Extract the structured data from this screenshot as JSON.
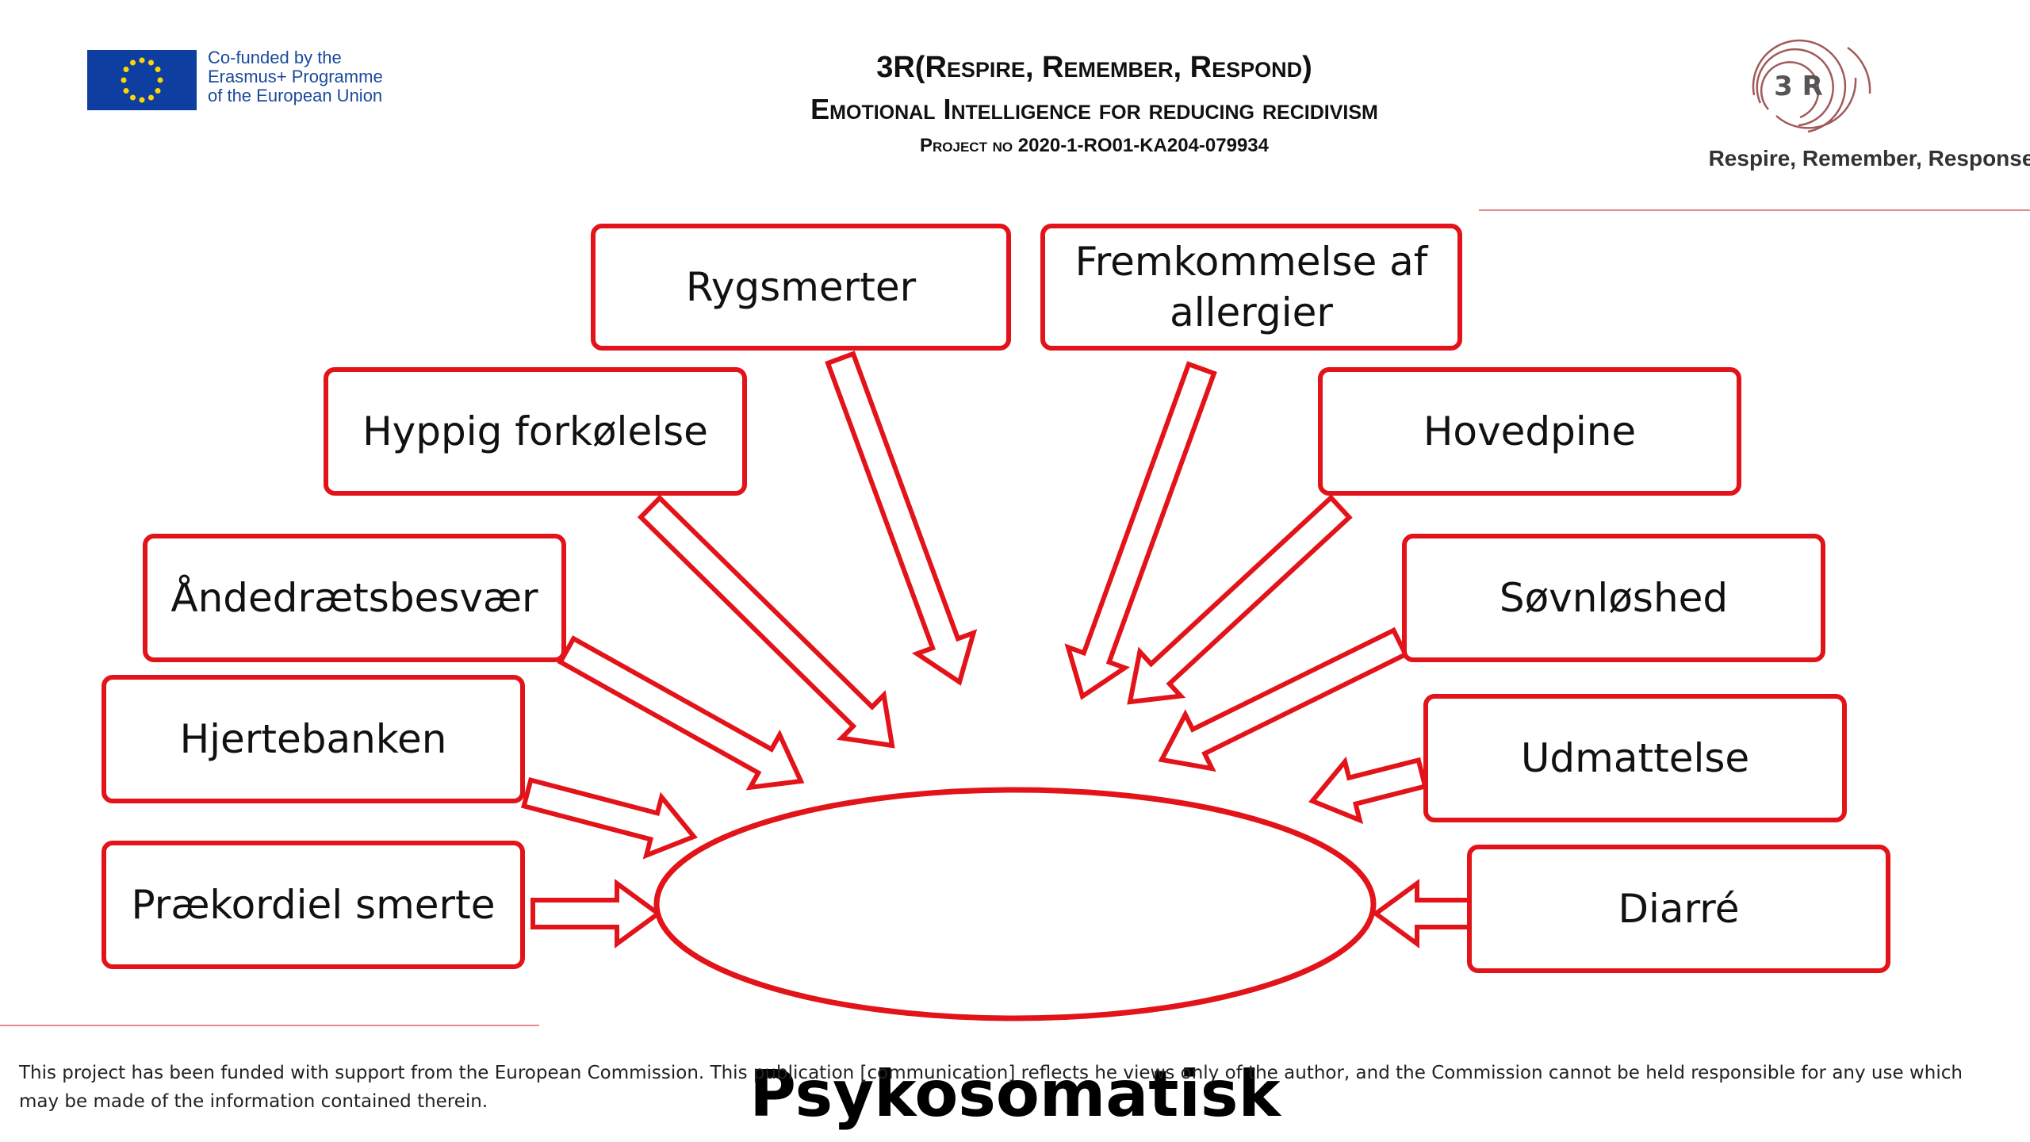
{
  "header": {
    "eu_logo": {
      "lines": [
        "Co-funded by the",
        "Erasmus+ Programme",
        "of the European Union"
      ],
      "flag_color": "#0d3ea0",
      "star_color": "#ffd700"
    },
    "title_line1": "3R(Respire, Remember, Respond)",
    "title_line2": "Emotional Intelligence for reducing recidivism",
    "title_line3": "Project no 2020-1-RO01-KA204-079934",
    "logo_3r": {
      "mark": "3 R",
      "caption": "Respire, Remember, Response"
    }
  },
  "diagram": {
    "center": "Psykosomatisk",
    "accent_color": "#e3131a",
    "symptoms": [
      "Rygsmerter",
      "Fremkommelse af allergier",
      "Hyppig forkølelse",
      "Hovedpine",
      "Åndedrætsbesvær",
      "Søvnløshed",
      "Hjertebanken",
      "Udmattelse",
      "Prækordiel smerte",
      "Diarré"
    ]
  },
  "footer": {
    "text": "This project has been funded with support from the European Commission. This publication [communication] reflects he views only of the author,  and the Commission cannot be held responsible for any use which may be made of the information contained therein."
  }
}
